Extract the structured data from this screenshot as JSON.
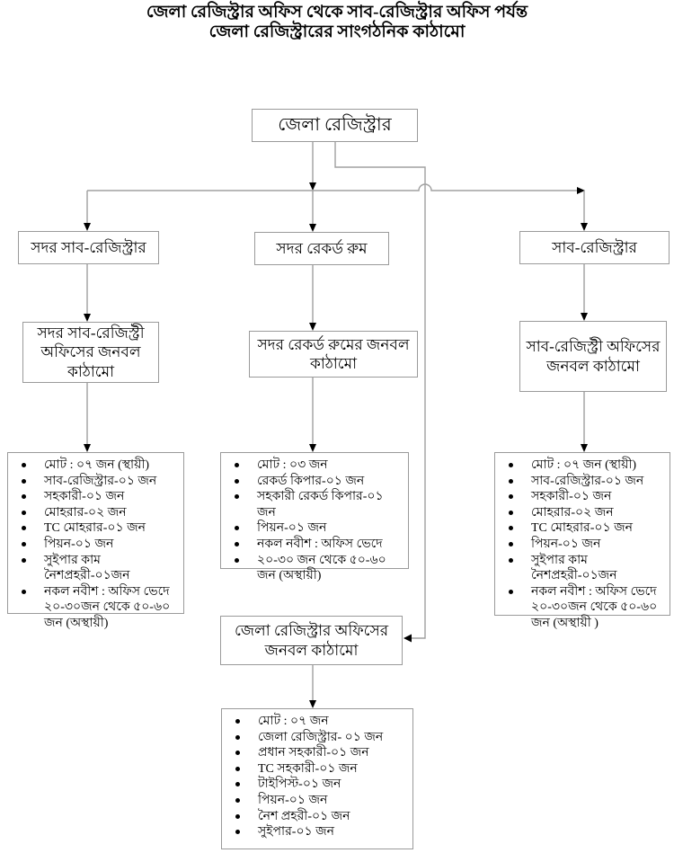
{
  "title": {
    "line1": "জেলা রেজিস্ট্রার অফিস থেকে সাব-রেজিস্ট্রার অফিস পর্যন্ত",
    "line2": "জেলা রেজিস্ট্রারের সাংগঠনিক কাঠামো"
  },
  "nodes": {
    "root": "জেলা রেজিস্ট্রার",
    "sadar_sub_registrar": "সদর সাব-রেজিস্ট্রার",
    "sadar_record_room": "সদর রেকর্ড রুম",
    "sub_registrar": "সাব-রেজিস্ট্রার",
    "sadar_sub_registry_staff": "সদর সাব-রেজিস্ট্রী অফিসের জনবল কাঠামো",
    "sadar_record_room_staff": "সদর রেকর্ড রুমের জনবল কাঠামো",
    "sub_registry_staff": "সাব-রেজিস্ট্রী অফিসের জনবল কাঠামো",
    "district_registrar_office_staff": "জেলা রেজিস্ট্রার অফিসের জনবল কাঠামো"
  },
  "lists": {
    "sadar_sub_registry": [
      "মোট : ০৭ জন (স্থায়ী)",
      "সাব-রেজিস্ট্রার-০১ জন",
      "সহকারী-০১ জন",
      "মোহরার-০২ জন",
      "TC মোহরার-০১ জন",
      "পিয়ন-০১ জন",
      "সুইপার কাম নৈশপ্রহরী-০১জন",
      "নকল নবীশ : অফিস ভেদে ২০-৩০জন থেকে ৫০-৬০ জন (অস্থায়ী)"
    ],
    "sadar_record_room": [
      "মোট : ০৩ জন",
      "রেকর্ড কিপার-০১ জন",
      "সহকারী রেকর্ড কিপার-০১ জন",
      "পিয়ন-০১ জন",
      "নকল নবীশ : অফিস ভেদে",
      "২০-৩০ জন থেকে ৫০-৬০ জন (অস্থায়ী)"
    ],
    "sub_registry": [
      "মোট : ০৭ জন (স্থায়ী)",
      "সাব-রেজিস্ট্রার-০১ জন",
      "সহকারী-০১ জন",
      "মোহরার-০২ জন",
      "TC মোহরার-০১ জন",
      "পিয়ন-০১ জন",
      "সুইপার কাম নৈশপ্রহরী-০১জন",
      "নকল নবীশ : অফিস ভেদে ২০-৩০জন থেকে ৫০-৬০ জন (অস্থায়ী )"
    ],
    "district_registrar_office": [
      "মোট : ০৭ জন",
      "জেলা রেজিস্ট্রার- ০১ জন",
      "প্রধান সহকারী-০১ জন",
      "TC সহকারী-০১ জন",
      "টাইপিস্ট-০১ জন",
      "পিয়ন-০১ জন",
      "নৈশ প্রহরী-০১ জন",
      "সুইপার-০১ জন"
    ]
  },
  "colors": {
    "line": "#a0a0a0",
    "border": "#9a9a9a",
    "arrow": "#000000",
    "text": "#000000",
    "background": "#ffffff"
  }
}
